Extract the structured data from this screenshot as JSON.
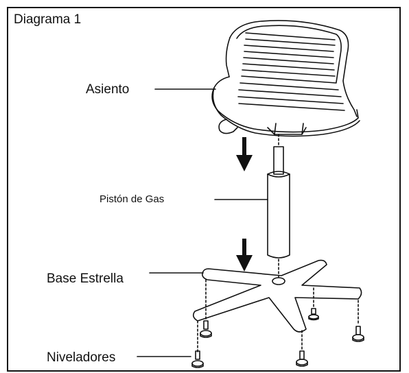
{
  "diagram": {
    "title": "Diagrama 1",
    "labels": {
      "seat": "Asiento",
      "gas_piston": "Pistón de Gas",
      "star_base": "Base Estrella",
      "levelers": "Niveladores"
    },
    "colors": {
      "ink": "#111111",
      "background": "#ffffff"
    }
  }
}
